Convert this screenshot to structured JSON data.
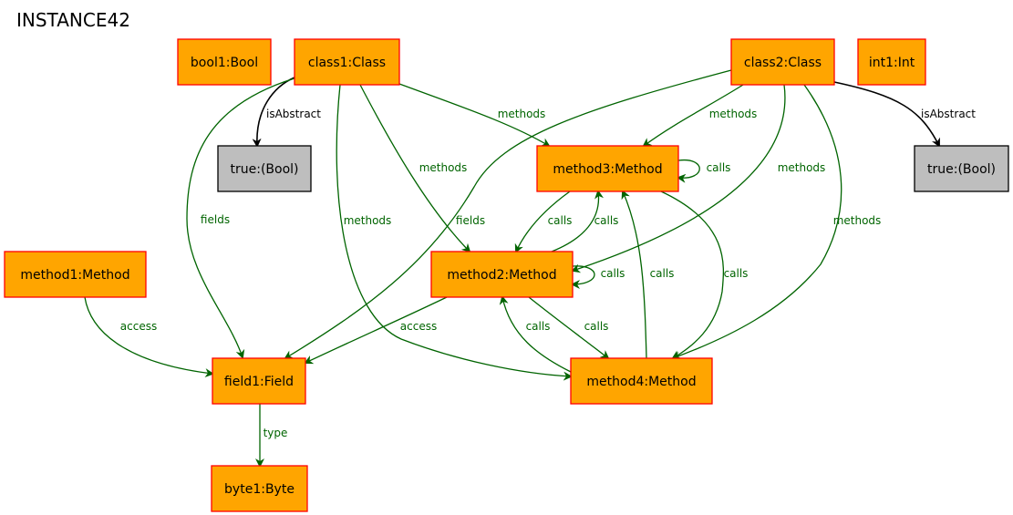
{
  "title": "INSTANCE42",
  "colors": {
    "node_fill": "#FFA500",
    "node_stroke": "#FF0000",
    "literal_fill": "#BEBEBE",
    "literal_stroke": "#000000",
    "edge": "#006400",
    "abstract_edge": "#000000"
  },
  "nodes": [
    {
      "id": "bool1",
      "label": "bool1:Bool",
      "kind": "object"
    },
    {
      "id": "class1",
      "label": "class1:Class",
      "kind": "object"
    },
    {
      "id": "class2",
      "label": "class2:Class",
      "kind": "object"
    },
    {
      "id": "int1",
      "label": "int1:Int",
      "kind": "object"
    },
    {
      "id": "true1",
      "label": "true:(Bool)",
      "kind": "literal"
    },
    {
      "id": "true2",
      "label": "true:(Bool)",
      "kind": "literal"
    },
    {
      "id": "method3",
      "label": "method3:Method",
      "kind": "object"
    },
    {
      "id": "method2",
      "label": "method2:Method",
      "kind": "object"
    },
    {
      "id": "method1",
      "label": "method1:Method",
      "kind": "object"
    },
    {
      "id": "field1",
      "label": "field1:Field",
      "kind": "object"
    },
    {
      "id": "method4",
      "label": "method4:Method",
      "kind": "object"
    },
    {
      "id": "byte1",
      "label": "byte1:Byte",
      "kind": "object"
    }
  ],
  "edges": [
    {
      "from": "class1",
      "to": "true1",
      "label": "isAbstract"
    },
    {
      "from": "class1",
      "to": "field1",
      "label": "fields"
    },
    {
      "from": "class1",
      "to": "method3",
      "label": "methods"
    },
    {
      "from": "class1",
      "to": "method2",
      "label": "methods"
    },
    {
      "from": "class1",
      "to": "method4",
      "label": "methods"
    },
    {
      "from": "class2",
      "to": "true2",
      "label": "isAbstract"
    },
    {
      "from": "class2",
      "to": "method3",
      "label": "methods"
    },
    {
      "from": "class2",
      "to": "method2",
      "label": "methods"
    },
    {
      "from": "class2",
      "to": "method4",
      "label": "methods"
    },
    {
      "from": "class2",
      "to": "field1",
      "label": "fields"
    },
    {
      "from": "method3",
      "to": "method3",
      "label": "calls"
    },
    {
      "from": "method3",
      "to": "method2",
      "label": "calls"
    },
    {
      "from": "method2",
      "to": "method3",
      "label": "calls"
    },
    {
      "from": "method3",
      "to": "method4",
      "label": "calls"
    },
    {
      "from": "method4",
      "to": "method3",
      "label": "calls"
    },
    {
      "from": "method2",
      "to": "method2",
      "label": "calls"
    },
    {
      "from": "method2",
      "to": "method4",
      "label": "calls"
    },
    {
      "from": "method4",
      "to": "method2",
      "label": "calls"
    },
    {
      "from": "method2",
      "to": "field1",
      "label": "access"
    },
    {
      "from": "method1",
      "to": "field1",
      "label": "access"
    },
    {
      "from": "field1",
      "to": "byte1",
      "label": "type"
    }
  ]
}
